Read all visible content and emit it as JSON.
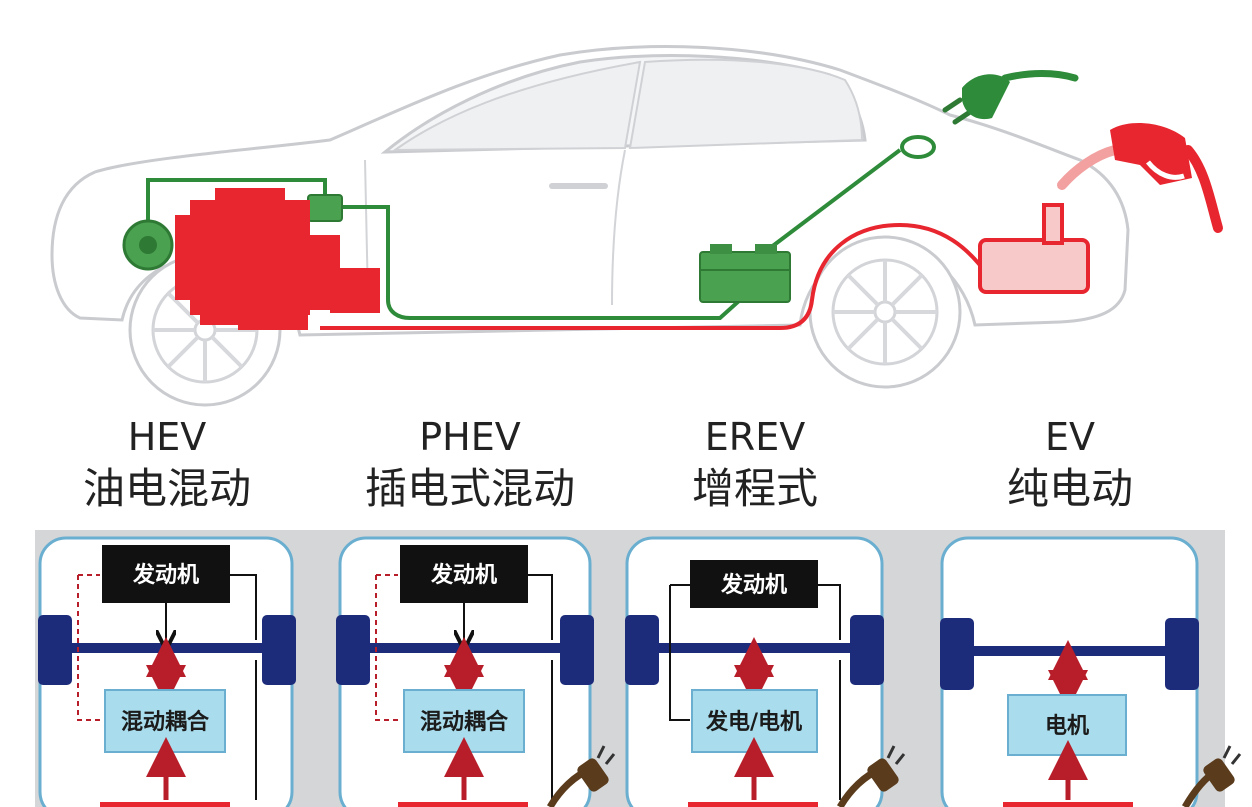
{
  "colors": {
    "engine_red": "#e8262f",
    "electric_green": "#2e8b3a",
    "fuel_pink": "#f7c9c9",
    "axle_navy": "#1c2b7a",
    "box_cyan": "#a9dcec",
    "panel_grey": "#d4d6d8",
    "frame_blue": "#6aaed0"
  },
  "icons": [
    "fuel-nozzle-icon",
    "charge-plug-icon",
    "power-plug-icon"
  ],
  "types": [
    {
      "code": "HEV",
      "name": "油电混动",
      "engine": "发动机",
      "module": "混动耦合"
    },
    {
      "code": "PHEV",
      "name": "插电式混动",
      "engine": "发动机",
      "module": "混动耦合"
    },
    {
      "code": "EREV",
      "name": "增程式",
      "engine": "发动机",
      "module": "发电/电机"
    },
    {
      "code": "EV",
      "name": "纯电动",
      "module": "电机"
    }
  ]
}
